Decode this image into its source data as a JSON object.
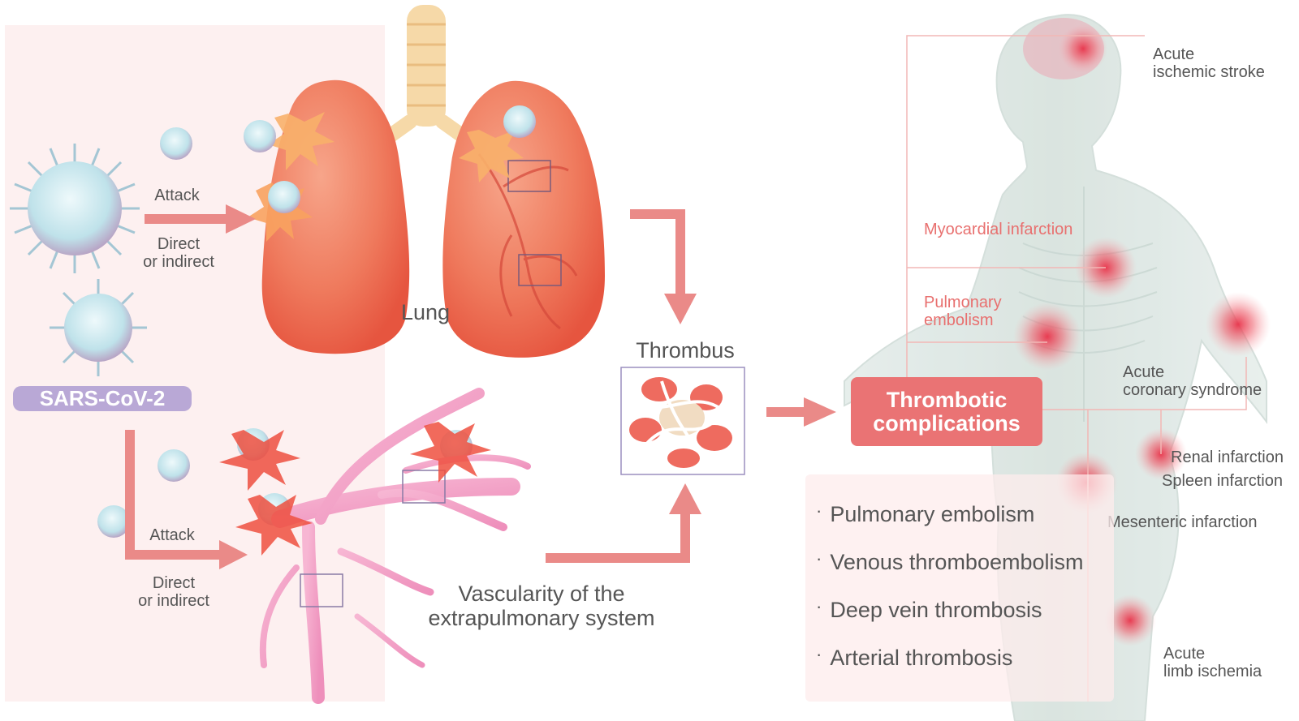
{
  "left_panel": {
    "attack_top": "Attack",
    "direct_top": "Direct\nor indirect",
    "attack_bottom": "Attack",
    "direct_bottom": "Direct\nor indirect",
    "virus_label": "SARS-CoV-2"
  },
  "lung_label": "Lung",
  "vascular_label": "Vascularity of the\nextrapulmonary system",
  "thrombus_label": "Thrombus",
  "thrombotic_box": "Thrombotic\ncomplications",
  "body_labels": {
    "stroke": "Acute\nischemic stroke",
    "myocardial": "Myocardial infarction",
    "pulmonary": "Pulmonary\nembolism",
    "acs": "Acute\ncoronary syndrome",
    "renal": "Renal infarction",
    "spleen": "Spleen infarction",
    "mesenteric": "Mesenteric infarction",
    "limb": "Acute\nlimb ischemia"
  },
  "list": [
    {
      "bullet": "·",
      "text": "Pulmonary embolism"
    },
    {
      "bullet": "·",
      "text": "Venous thromboembolism"
    },
    {
      "bullet": "·",
      "text": "Deep vein thrombosis"
    },
    {
      "bullet": "·",
      "text": "Arterial thrombosis"
    }
  ],
  "colors": {
    "arrow": "#ea8a88",
    "accent_red": "#ea7374",
    "virus_tag": "#b9a8d6",
    "panel_bg": "#fdf1f1"
  }
}
